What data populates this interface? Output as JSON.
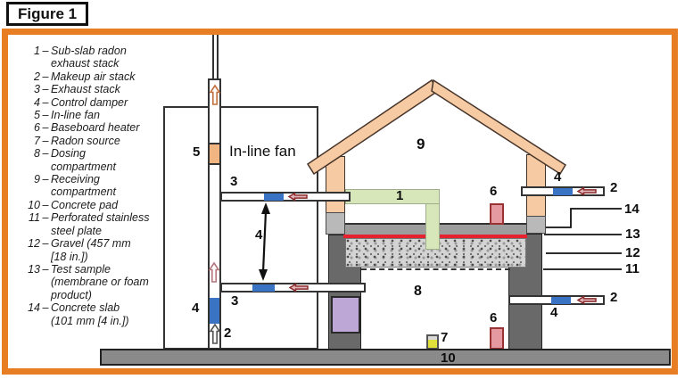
{
  "figure_title": "Figure 1",
  "legend": {
    "separator": "–",
    "items": [
      {
        "num": "1",
        "text": "Sub-slab radon\nexhaust stack"
      },
      {
        "num": "2",
        "text": "Makeup air stack"
      },
      {
        "num": "3",
        "text": "Exhaust stack"
      },
      {
        "num": "4",
        "text": "Control damper"
      },
      {
        "num": "5",
        "text": "In-line fan"
      },
      {
        "num": "6",
        "text": "Baseboard heater"
      },
      {
        "num": "7",
        "text": "Radon source"
      },
      {
        "num": "8",
        "text": "Dosing\ncompartment"
      },
      {
        "num": "9",
        "text": "Receiving\ncompartment"
      },
      {
        "num": "10",
        "text": "Concrete pad"
      },
      {
        "num": "11",
        "text": "Perforated stainless\nsteel plate"
      },
      {
        "num": "12",
        "text": "Gravel (457 mm\n[18 in.])"
      },
      {
        "num": "13",
        "text": "Test sample\n(membrane or foam\nproduct)"
      },
      {
        "num": "14",
        "text": "Concrete slab\n(101 mm [4 in.])"
      }
    ]
  },
  "diagram": {
    "inline_fan_label": "In-line fan",
    "callouts": {
      "n1": "1",
      "n2": "2",
      "n3": "3",
      "n4": "4",
      "n5": "5",
      "n6": "6",
      "n7": "7",
      "n8": "8",
      "n9": "9",
      "n10": "10",
      "n11": "11",
      "n12": "12",
      "n13": "13",
      "n14": "14"
    }
  },
  "colors": {
    "frame_orange": "#E87E24",
    "damper_blue": "#3A72C4",
    "sub_slab_pipe_green": "#D7E7BA",
    "roof_peach": "#F6CAA2",
    "fan_tan": "#F0B581",
    "heater_pink": "#E59AA2",
    "test_sample_red": "#E62230",
    "radon_source_yellow": "#DFE13A",
    "purple_block": "#BDA7D7",
    "concrete_gray": "#8A8A8A"
  }
}
